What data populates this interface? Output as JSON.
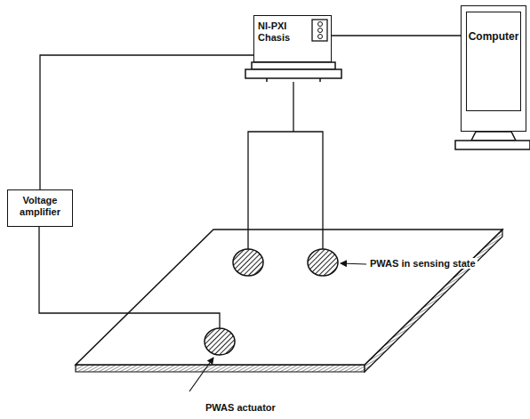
{
  "diagram": {
    "nodes": [
      {
        "text": [
          "NI-PXI Chasis"
        ]
      },
      {
        "text": [
          "Computer"
        ]
      },
      {
        "text": [
          "Voltage amplifier"
        ]
      }
    ],
    "edges": [
      {
        "from": 0,
        "to": 1,
        "arrow": "none"
      },
      {
        "from": 0,
        "to": 2,
        "arrow": "none"
      }
    ],
    "labels": [
      "PWAS in sensing state",
      "PWAS actuator"
    ]
  }
}
